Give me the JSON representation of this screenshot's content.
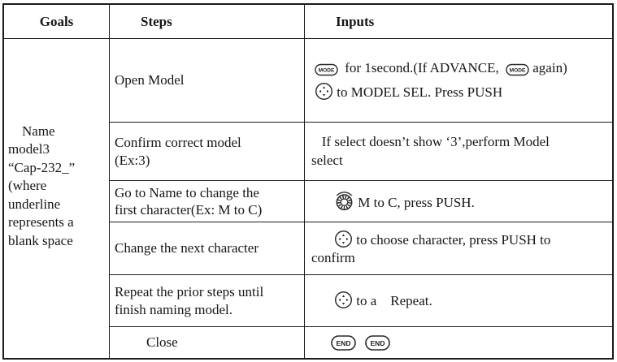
{
  "header": {
    "goals": "Goals",
    "steps": "Steps",
    "inputs": "Inputs"
  },
  "goals_cell": {
    "text": "    Name\nmodel3\n“Cap-232_”\n(where\nunderline\nrepresents a\nblank space"
  },
  "rows": [
    {
      "step": "Open Model",
      "input": {
        "after_mode1": " for 1second.(If ADVANCE,  ",
        "after_mode2": "again)",
        "line2": " to MODEL SEL. Press PUSH"
      }
    },
    {
      "step": "Confirm correct model\n(Ex:3)",
      "input": {
        "text": "   If select doesn’t show ‘3’,perform Model\nselect"
      }
    },
    {
      "step": "Go to Name to change the\nfirst character(Ex: M to C)",
      "input": {
        "text": " M to C, press PUSH."
      }
    },
    {
      "step": "Change the next character",
      "input": {
        "text": " to choose character, press PUSH to\nconfirm"
      }
    },
    {
      "step": "Repeat the prior steps until\nfinish naming model.",
      "input": {
        "text": " to a    Repeat."
      }
    },
    {
      "step": "Close",
      "input": {}
    }
  ],
  "icons": {
    "mode_label": "MODE",
    "end_label": "END",
    "dial_meaning": "navigation-dial",
    "knob_meaning": "rotary-knob"
  },
  "colors": {
    "ink": "#1b1b1b",
    "background": "#ffffff"
  }
}
